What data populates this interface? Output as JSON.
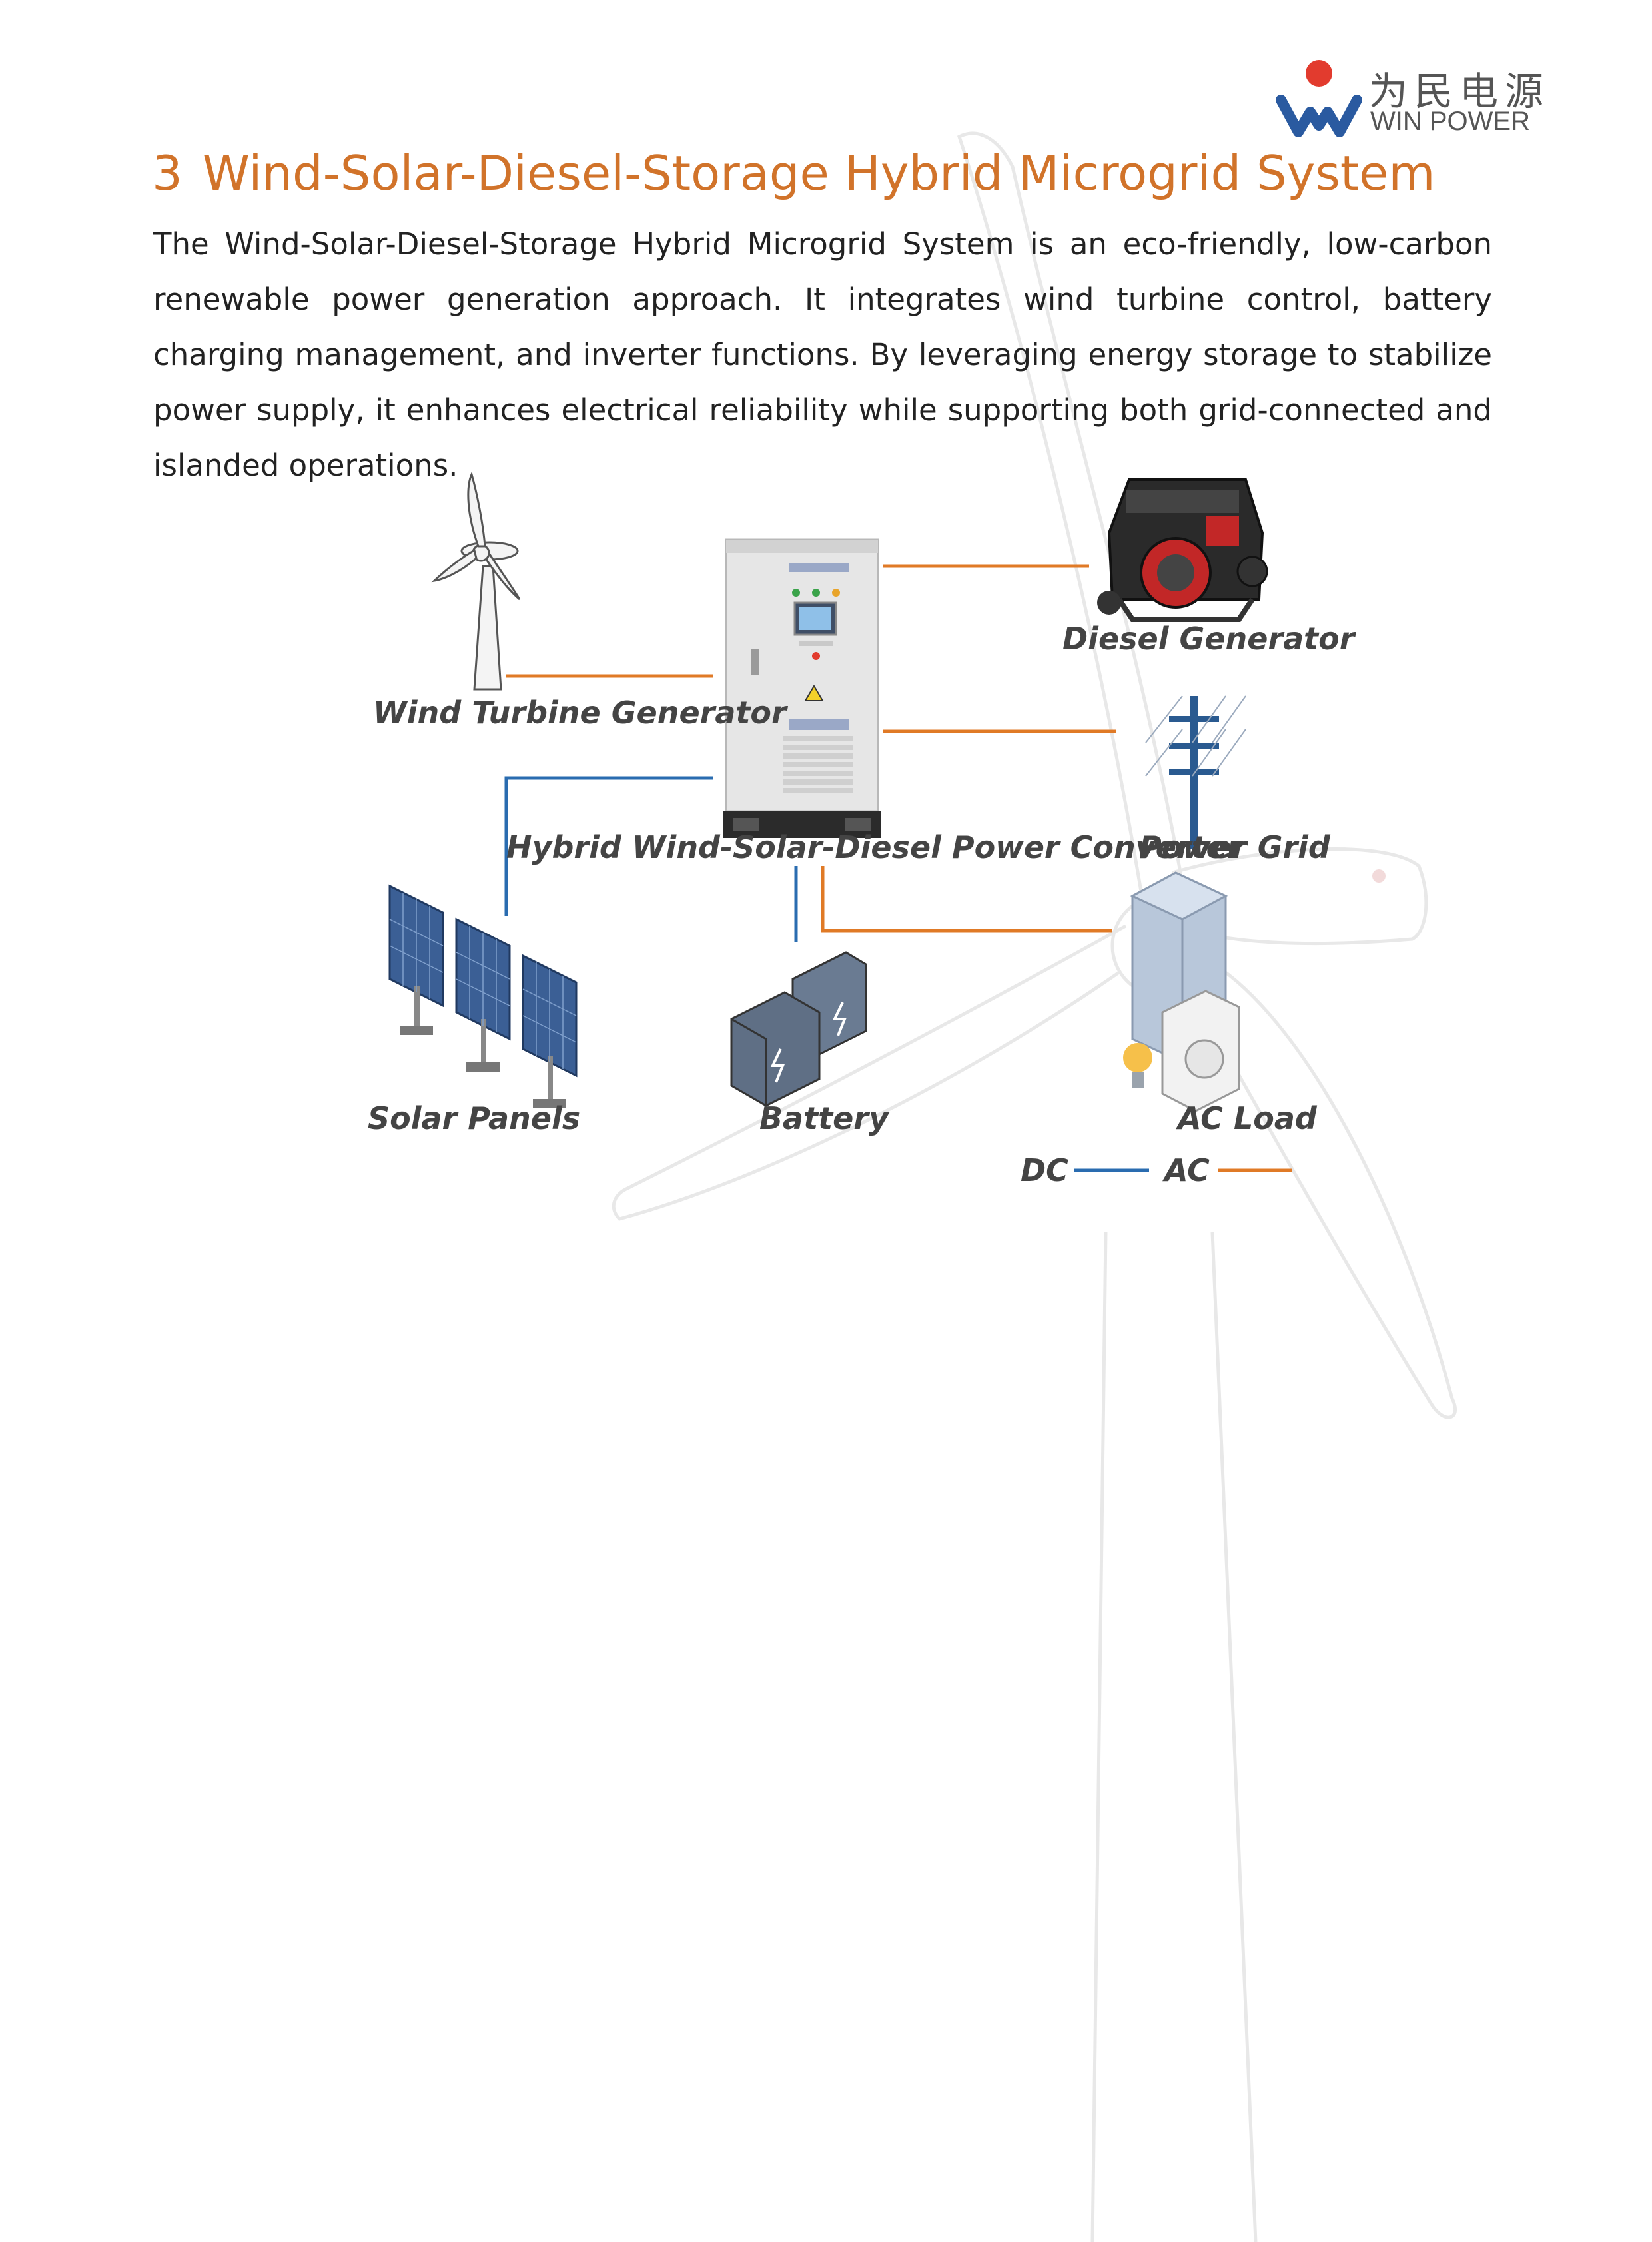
{
  "header": {
    "logo_cn": "为民电源",
    "logo_en": "WIN POWER",
    "colors": {
      "accent": "#d1732a",
      "logo_blue": "#2a5aa0",
      "logo_red": "#e23b2e"
    }
  },
  "section": {
    "number": "3",
    "title": "Wind-Solar-Diesel-Storage Hybrid Microgrid System",
    "body": "The Wind-Solar-Diesel-Storage Hybrid Microgrid System is an eco-friendly, low-carbon renewable power generation approach. It integrates wind turbine control, battery charging management, and inverter functions. By leveraging energy storage to stabilize power supply, it enhances electrical reliability while supporting both grid-connected and islanded operations."
  },
  "diagram": {
    "labels": {
      "wind": "Wind Turbine Generator",
      "converter": "Hybrid Wind-Solar-Diesel Power Converter",
      "diesel": "Diesel Generator",
      "grid": "Power Grid",
      "solar": "Solar Panels",
      "battery": "Battery",
      "load": "AC Load"
    },
    "legend": {
      "dc": "DC",
      "ac": "AC"
    },
    "line_colors": {
      "dc": "#2a6cb0",
      "ac": "#e07a26"
    }
  }
}
